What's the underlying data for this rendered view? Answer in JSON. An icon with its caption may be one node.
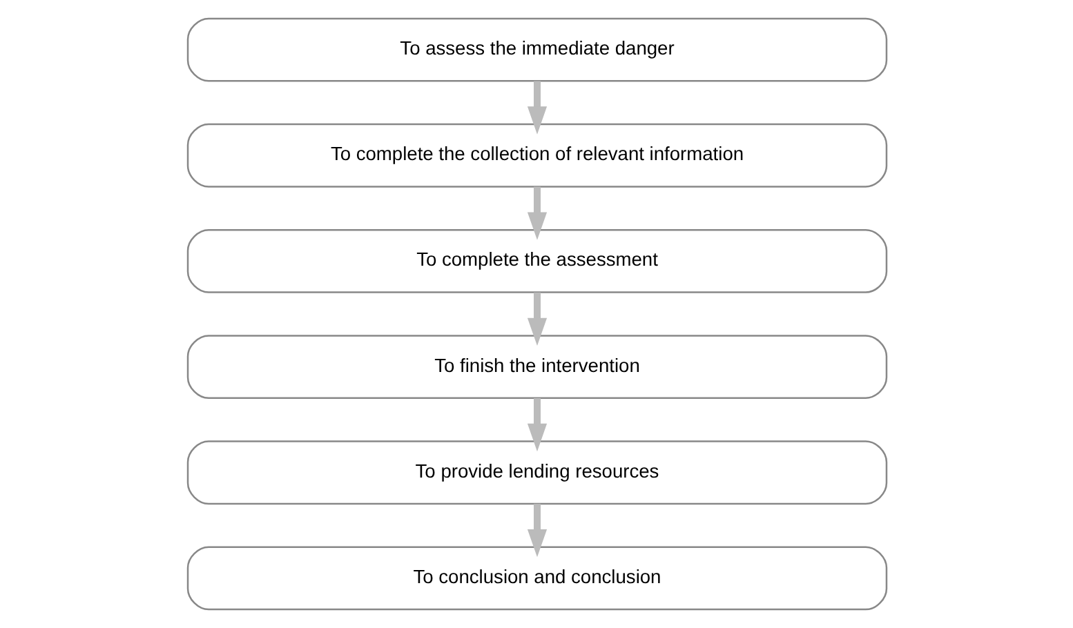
{
  "diagram": {
    "nodes": [
      {
        "text": [
          "To assess the immediate danger"
        ]
      },
      {
        "text": [
          "To complete the collection of relevant information"
        ]
      },
      {
        "text": [
          "To complete the assessment"
        ]
      },
      {
        "text": [
          "To finish the intervention"
        ]
      },
      {
        "text": [
          "To provide lending resources"
        ]
      },
      {
        "text": [
          "To conclusion and conclusion"
        ]
      }
    ],
    "edges": [
      {
        "from": 0,
        "to": 1,
        "arrow": "to"
      },
      {
        "from": 1,
        "to": 2,
        "arrow": "to"
      },
      {
        "from": 2,
        "to": 3,
        "arrow": "to"
      },
      {
        "from": 3,
        "to": 4,
        "arrow": "to"
      },
      {
        "from": 4,
        "to": 5,
        "arrow": "to"
      }
    ]
  }
}
